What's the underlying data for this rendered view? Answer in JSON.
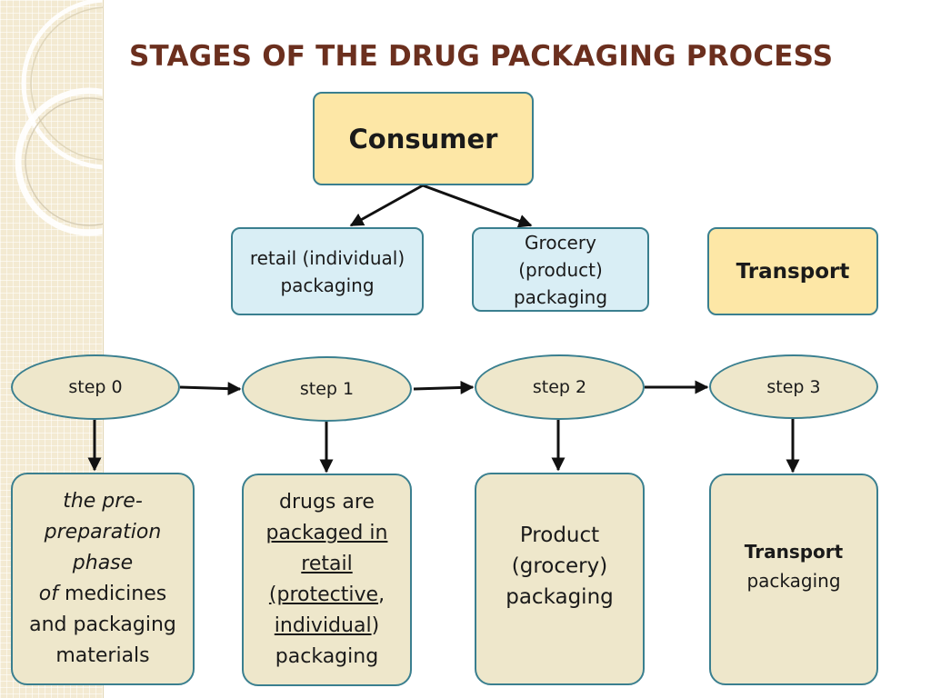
{
  "title": "STAGES OF THE DRUG PACKAGING PROCESS",
  "colors": {
    "title": "#6b2f1e",
    "yellow_box": "#fde7a6",
    "blue_box": "#d9eef5",
    "beige_node": "#eee7cb",
    "border": "#3a7f8f",
    "sidebar": "#f3ead2"
  },
  "consumer": "Consumer",
  "packaging_types": {
    "retail": [
      "retail (individual)",
      "packaging"
    ],
    "grocery": [
      "Grocery",
      "(product)",
      "packaging"
    ],
    "transport": "Transport"
  },
  "steps": [
    "step 0",
    "step 1",
    "step 2",
    "step 3"
  ],
  "descriptions": {
    "step0": {
      "line1": "the pre-",
      "line2": "preparation",
      "line3": "phase",
      "line4_italic": "of",
      "line4_rest": " medicines",
      "line5": "and packaging",
      "line6": "materials"
    },
    "step1": {
      "line1": "drugs are",
      "line2": "packaged in",
      "line3": "retail",
      "line4_open": "(",
      "line4_ul": "protective",
      "line4_close": ",",
      "line5_ul": "individual",
      "line5_close": ")",
      "line6": "packaging"
    },
    "step2": [
      "Product",
      "(grocery)",
      "packaging"
    ],
    "step3": {
      "bold": "Transport",
      "rest": "packaging"
    }
  }
}
